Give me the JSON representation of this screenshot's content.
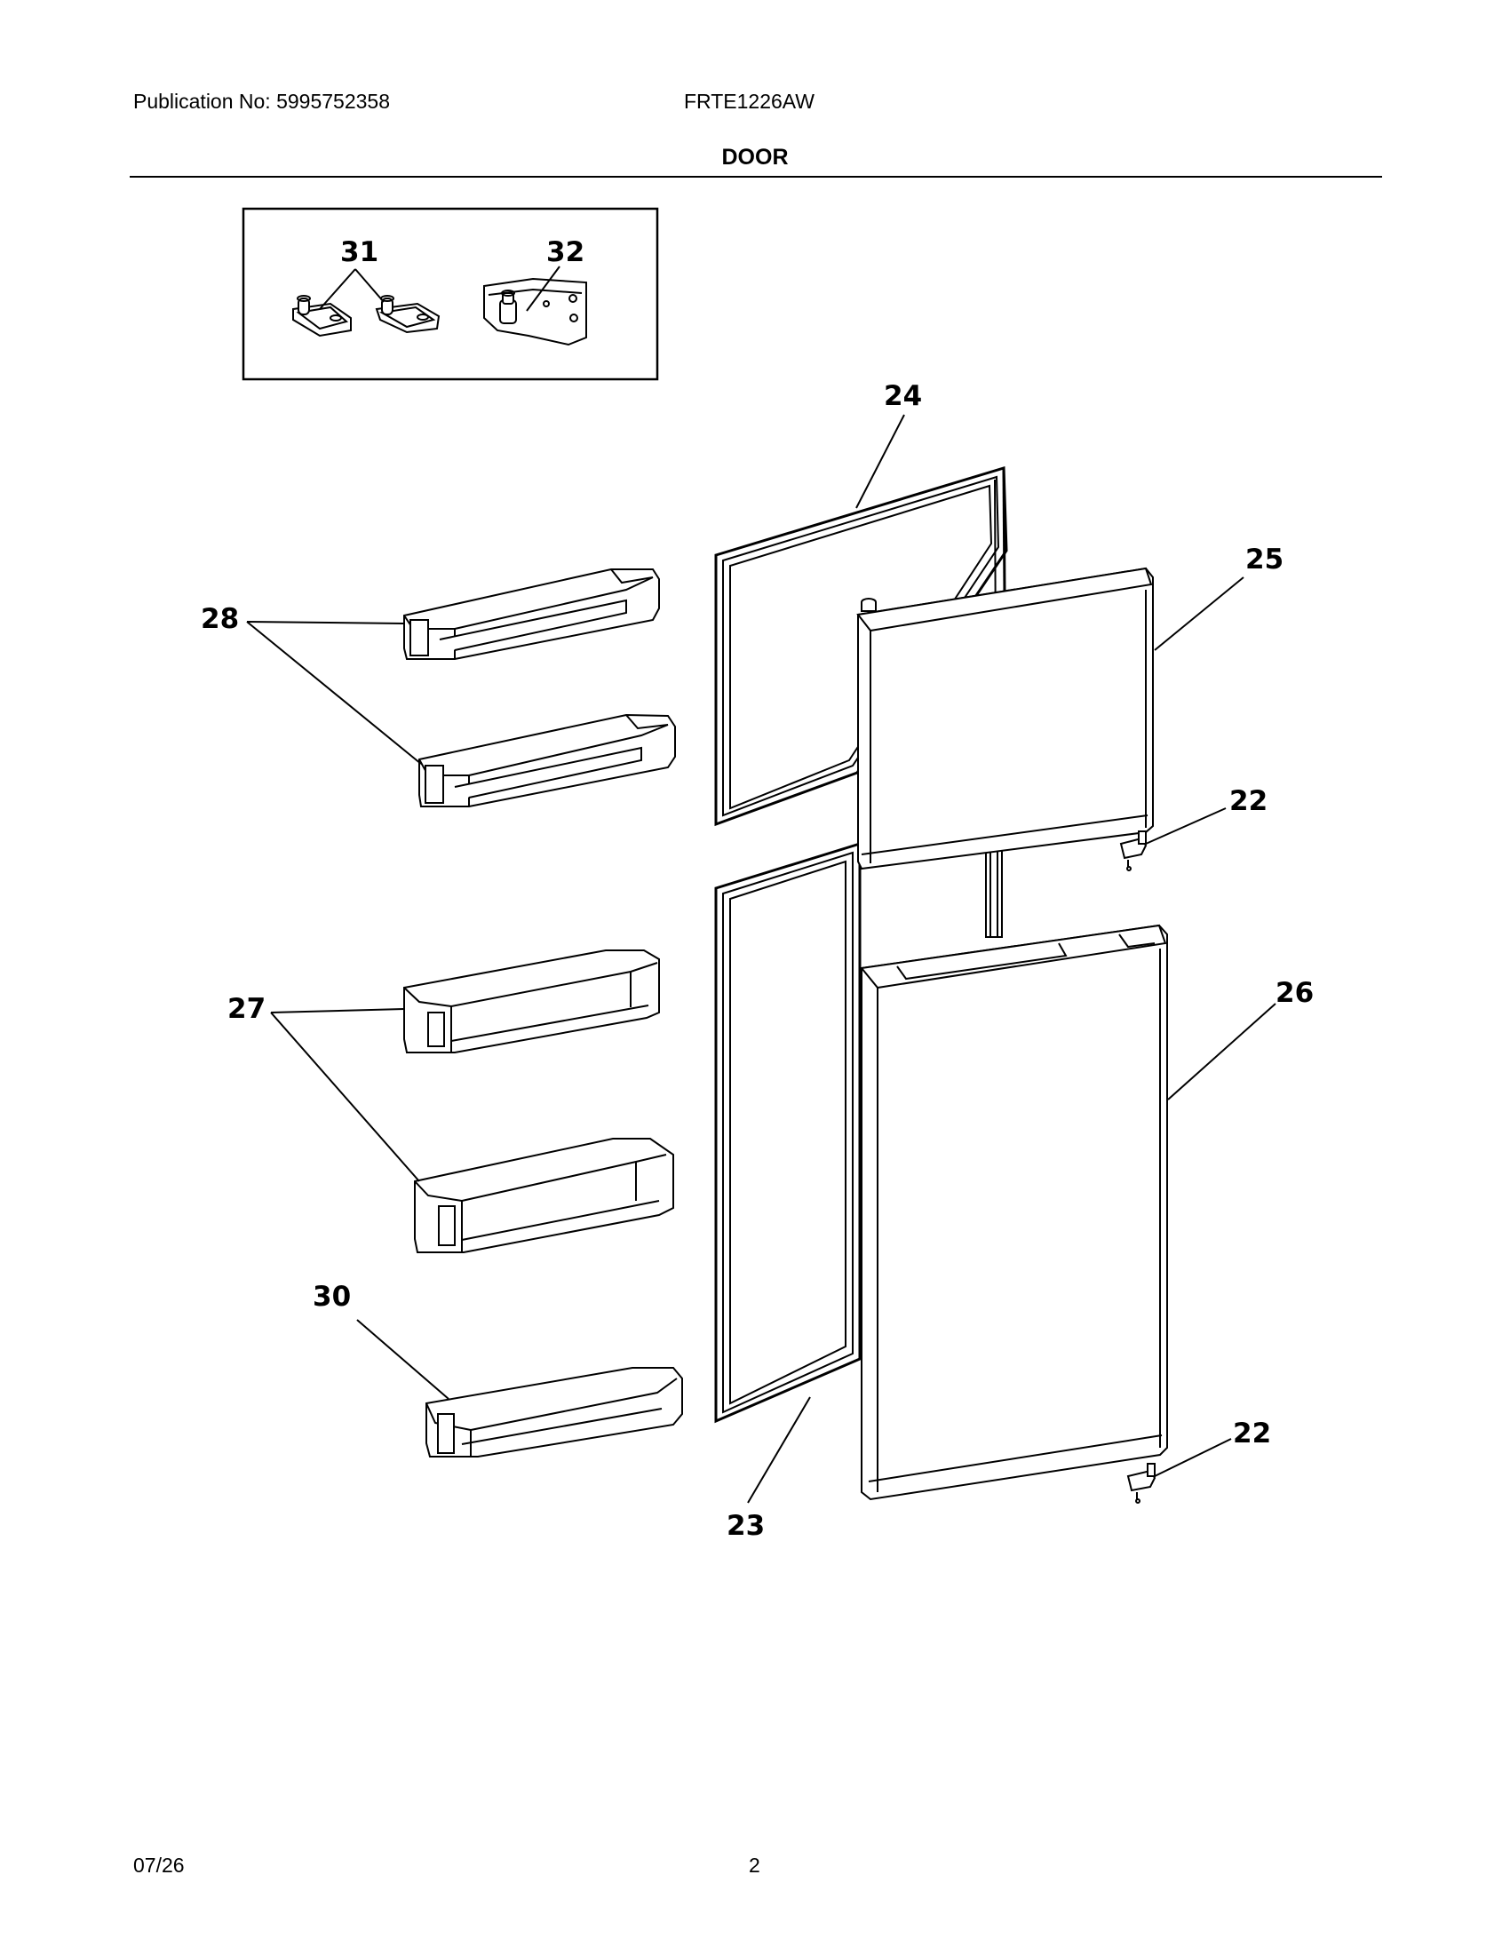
{
  "header": {
    "publication": "Publication No: 5995752358",
    "model": "FRTE1226AW"
  },
  "section_title": "DOOR",
  "footer": {
    "date": "07/26",
    "page_number": "2"
  },
  "callouts": {
    "c22_top": "22",
    "c22_bottom": "22",
    "c23": "23",
    "c24": "24",
    "c25": "25",
    "c26": "26",
    "c27": "27",
    "c28": "28",
    "c30": "30",
    "c31": "31",
    "c32": "32"
  }
}
